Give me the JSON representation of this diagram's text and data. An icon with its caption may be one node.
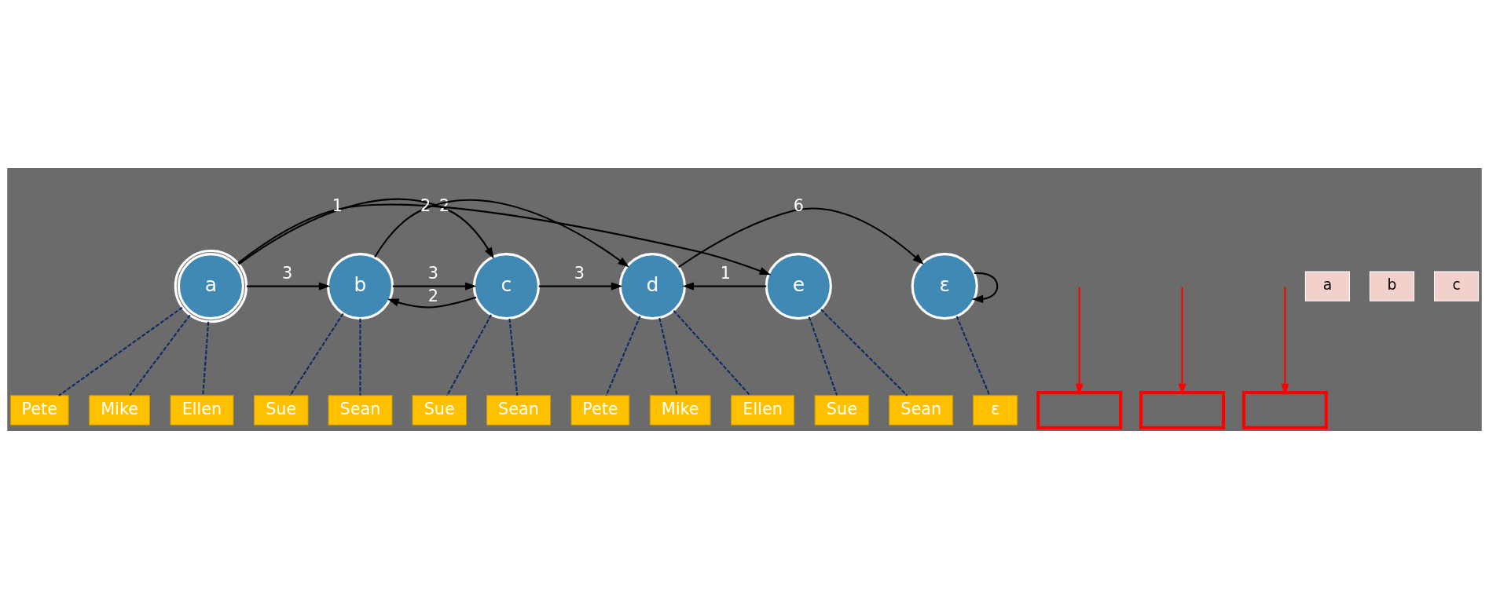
{
  "diagram": {
    "nodes": [
      {
        "text": [
          "a"
        ]
      },
      {
        "text": [
          "b"
        ]
      },
      {
        "text": [
          "c"
        ]
      },
      {
        "text": [
          "d"
        ]
      },
      {
        "text": [
          "e"
        ]
      },
      {
        "text": [
          "ε"
        ]
      },
      {
        "text": [
          "Pete"
        ]
      },
      {
        "text": [
          "Mike"
        ]
      },
      {
        "text": [
          "Ellen"
        ]
      },
      {
        "text": [
          "Sue"
        ]
      },
      {
        "text": [
          "Sean"
        ]
      },
      {
        "text": [
          "Sue"
        ]
      },
      {
        "text": [
          "Sean"
        ]
      },
      {
        "text": [
          "Pete"
        ]
      },
      {
        "text": [
          "Mike"
        ]
      },
      {
        "text": [
          "Ellen"
        ]
      },
      {
        "text": [
          "Sue"
        ]
      },
      {
        "text": [
          "Sean"
        ]
      },
      {
        "text": [
          "ε"
        ]
      },
      {
        "text": [],
        "shape": "box"
      },
      {
        "text": [],
        "shape": "box"
      },
      {
        "text": [],
        "shape": "box"
      }
    ],
    "edges": [
      {
        "from": 0,
        "to": 1,
        "arrow": "to",
        "label": "3",
        "color": "#000000"
      },
      {
        "from": 0,
        "to": 2,
        "arrow": "to",
        "label": "2",
        "color": "#000000"
      },
      {
        "from": 1,
        "to": 2,
        "arrow": "to",
        "label": "3",
        "color": "#000000"
      },
      {
        "from": 2,
        "to": 1,
        "arrow": "to",
        "label": "2",
        "color": "#000000"
      },
      {
        "from": 2,
        "to": 3,
        "arrow": "to",
        "label": "3",
        "color": "#000000"
      },
      {
        "from": 4,
        "to": 3,
        "arrow": "to",
        "label": "1",
        "color": "#000000"
      },
      {
        "from": 1,
        "to": 3,
        "arrow": "to",
        "label": "2",
        "color": "#000000"
      },
      {
        "from": 0,
        "to": 4,
        "arrow": "to",
        "label": "1",
        "color": "#000000"
      },
      {
        "from": 3,
        "to": 5,
        "arrow": "to",
        "label": "6",
        "color": "#000000"
      },
      {
        "from": 5,
        "to": 5,
        "arrow": "to",
        "color": "#000000"
      },
      {
        "from": 0,
        "to": 6,
        "arrow": "none",
        "style": "dashed",
        "color": "#0b2a66"
      },
      {
        "from": 0,
        "to": 7,
        "arrow": "none",
        "style": "dashed",
        "color": "#0b2a66"
      },
      {
        "from": 0,
        "to": 8,
        "arrow": "none",
        "style": "dashed",
        "color": "#0b2a66"
      },
      {
        "from": 1,
        "to": 9,
        "arrow": "none",
        "style": "dashed",
        "color": "#0b2a66"
      },
      {
        "from": 1,
        "to": 10,
        "arrow": "none",
        "style": "dashed",
        "color": "#0b2a66"
      },
      {
        "from": 2,
        "to": 11,
        "arrow": "none",
        "style": "dashed",
        "color": "#0b2a66"
      },
      {
        "from": 2,
        "to": 12,
        "arrow": "none",
        "style": "dashed",
        "color": "#0b2a66"
      },
      {
        "from": 3,
        "to": 13,
        "arrow": "none",
        "style": "dashed",
        "color": "#0b2a66"
      },
      {
        "from": 3,
        "to": 14,
        "arrow": "none",
        "style": "dashed",
        "color": "#0b2a66"
      },
      {
        "from": 3,
        "to": 15,
        "arrow": "none",
        "style": "dashed",
        "color": "#0b2a66"
      },
      {
        "from": 4,
        "to": 16,
        "arrow": "none",
        "style": "dashed",
        "color": "#0b2a66"
      },
      {
        "from": 4,
        "to": 17,
        "arrow": "none",
        "style": "dashed",
        "color": "#0b2a66"
      },
      {
        "from": 5,
        "to": 18,
        "arrow": "none",
        "style": "dashed",
        "color": "#0b2a66"
      },
      {
        "from": null,
        "to": 20,
        "arrow": "to",
        "color": "#ff0000"
      },
      {
        "from": null,
        "to": 19,
        "arrow": "to",
        "color": "#ff0000"
      },
      {
        "from": null,
        "to": 21,
        "arrow": "to",
        "color": "#ff0000"
      }
    ],
    "labels": [
      "a",
      "b",
      "c"
    ]
  }
}
